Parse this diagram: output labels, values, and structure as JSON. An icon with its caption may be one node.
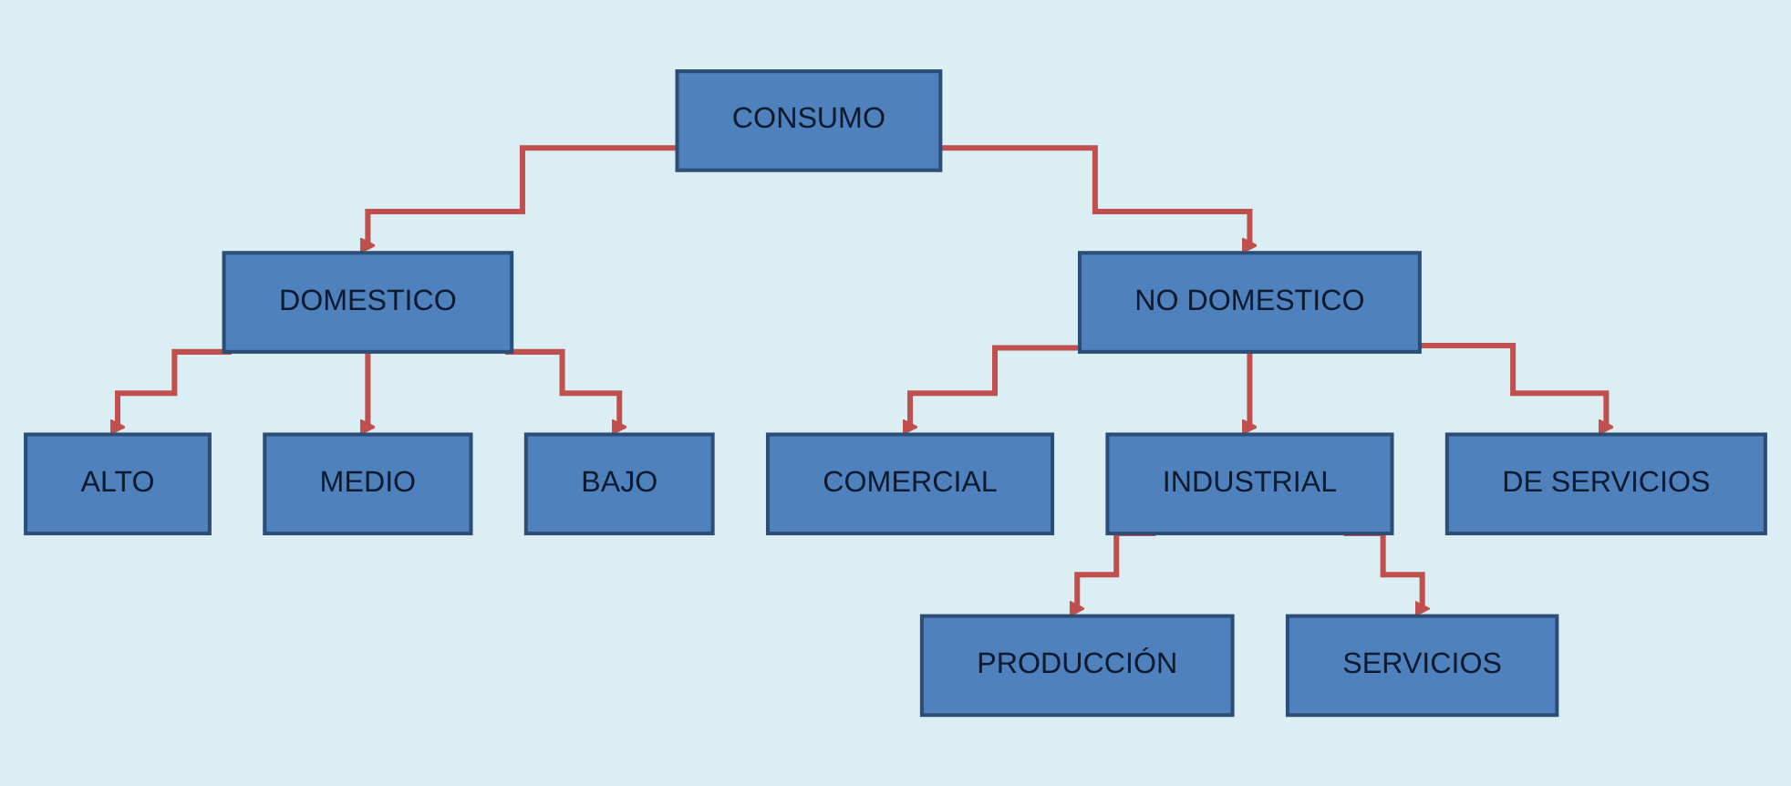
{
  "diagram": {
    "nodes": [
      {
        "text": [
          "CONSUMO"
        ]
      },
      {
        "text": [
          "DOMESTICO"
        ]
      },
      {
        "text": [
          "NO DOMESTICO"
        ]
      },
      {
        "text": [
          "ALTO"
        ]
      },
      {
        "text": [
          "MEDIO"
        ]
      },
      {
        "text": [
          "BAJO"
        ]
      },
      {
        "text": [
          "COMERCIAL"
        ]
      },
      {
        "text": [
          "INDUSTRIAL"
        ]
      },
      {
        "text": [
          "DE SERVICIOS"
        ]
      },
      {
        "text": [
          "PRODUCCIÓN"
        ]
      },
      {
        "text": [
          "SERVICIOS"
        ]
      }
    ],
    "edges": [
      {
        "from": 0,
        "to": 1,
        "arrow": "to"
      },
      {
        "from": 0,
        "to": 2,
        "arrow": "to"
      },
      {
        "from": 1,
        "to": 3,
        "arrow": "to"
      },
      {
        "from": 1,
        "to": 4,
        "arrow": "to"
      },
      {
        "from": 1,
        "to": 5,
        "arrow": "to"
      },
      {
        "from": 2,
        "to": 6,
        "arrow": "to"
      },
      {
        "from": 2,
        "to": 7,
        "arrow": "to"
      },
      {
        "from": 2,
        "to": 8,
        "arrow": "to"
      },
      {
        "from": 7,
        "to": 9,
        "arrow": "to"
      },
      {
        "from": 7,
        "to": 10,
        "arrow": "to"
      }
    ]
  }
}
